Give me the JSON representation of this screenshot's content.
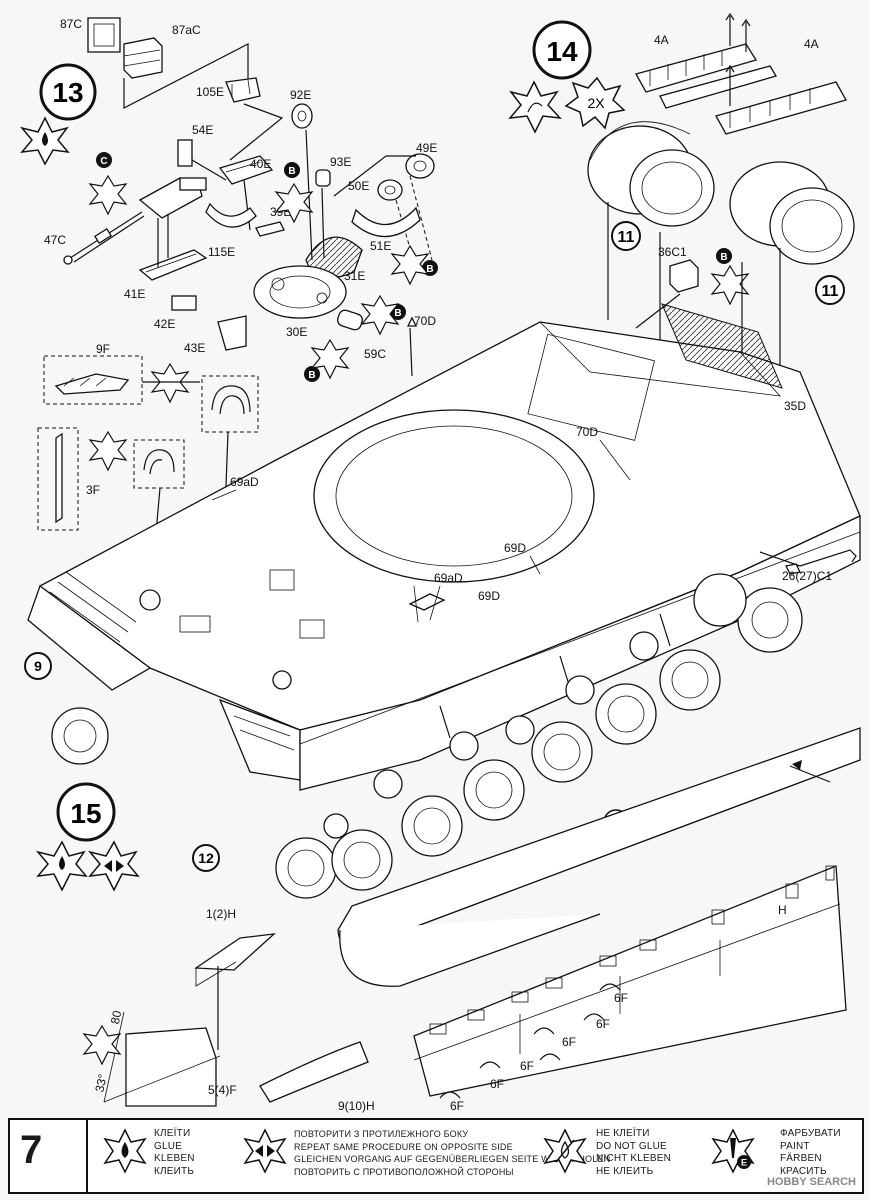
{
  "steps": {
    "s13": "13",
    "s14": "14",
    "s15": "15",
    "s14b": "14",
    "s9": "9",
    "s11a": "11",
    "s11b": "11",
    "s12": "12"
  },
  "repeat": {
    "label": "2X"
  },
  "callouts": {
    "b": "B",
    "c": "C",
    "e": "E"
  },
  "parts": {
    "p87c": "87C",
    "p87ac": "87aC",
    "p105e": "105E",
    "p92e": "92E",
    "p54e": "54E",
    "p40e": "40E",
    "p93e": "93E",
    "p49e": "49E",
    "p50e": "50E",
    "p39e": "39E",
    "p115e": "115E",
    "p47c": "47C",
    "p41e": "41E",
    "p51e": "51E",
    "p31e": "31E",
    "p42e": "42E",
    "p43e": "43E",
    "p30e": "30E",
    "p70d": "70D",
    "p59c": "59C",
    "p9f": "9F",
    "p3f": "3F",
    "p69ad": "69aD",
    "p70d2": "70D",
    "p69d1": "69D",
    "p69ad2": "69aD",
    "p69d2": "69D",
    "p36c1": "36C1",
    "p35d": "35D",
    "p4a1": "4A",
    "p4a2": "4A",
    "p26c1": "26(27)C1",
    "p12h": "1(2)H",
    "p54f": "5(4)F",
    "p910h": "9(10)H",
    "p6f1": "6F",
    "p6f2": "6F",
    "p6f3": "6F",
    "p6f4": "6F",
    "p6f5": "6F",
    "p6f6": "6F",
    "p6f7": "6F",
    "pH": "H",
    "a80": "80",
    "a33": "33°"
  },
  "legend": {
    "page": "7",
    "glue": [
      "КЛЕЇТИ",
      "GLUE",
      "KLEBEN",
      "КЛЕИТЬ"
    ],
    "repeat": [
      "ПОВТОРИТИ З ПРОТИЛЕЖНОГО БОКУ",
      "REPEAT SAME PROCEDURE ON OPPOSITE SIDE",
      "GLEICHEN VORGANG AUF GEGENÜBERLIEGEN SEITE WIEDERHOLEN",
      "ПОВТОРИТЬ С ПРОТИВОПОЛОЖНОЙ СТОРОНЫ"
    ],
    "noglue": [
      "НЕ КЛЕЇТИ",
      "DO NOT GLUE",
      "NICHT KLEBEN",
      "НЕ КЛЕИТЬ"
    ],
    "paint": [
      "ФАРБУВАТИ",
      "PAINT",
      "FÄRBEN",
      "КРАСИТЬ"
    ]
  },
  "watermark": "HOBBY SEARCH"
}
